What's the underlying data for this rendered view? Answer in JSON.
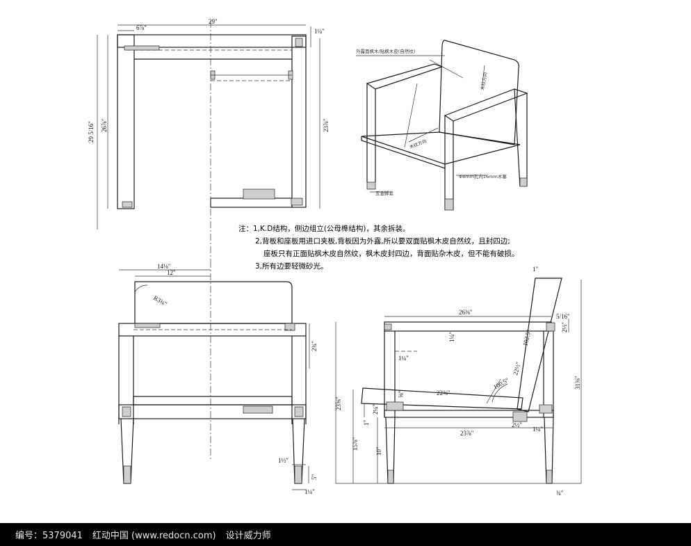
{
  "dimensions": {
    "top_front_width": "29\"",
    "top_front_post": "6⅞\"",
    "top_front_arm": "1¼\"",
    "top_front_height_outer": "29 5/16\"",
    "top_front_height_inner": "26⅞\"",
    "top_front_right_height": "23⅞\"",
    "plan_width": "14⅛\"",
    "plan_inner_width": "12\"",
    "plan_radius": "R3¾\"",
    "plan_rail": "2¾\"",
    "plan_leg_gap": "1½\"",
    "plan_leg_height": "5\"",
    "plan_leg_bottom": "1¼\"",
    "side_arm_length": "26⅜\"",
    "side_arm_thick": "1¼\"",
    "side_rail_depth": "1¼\"",
    "side_arm_right": "2½\"",
    "side_arm_right_top": "5/16\"",
    "side_back_length": "22½\"",
    "side_seat_length": "22⅜\"",
    "side_seat_angle": "100.5°",
    "side_seat_small": "⅝\"",
    "side_total_height": "23⅝\"",
    "side_overall_height": "31⅜\"",
    "side_front_height": "15⅞\"",
    "side_seat_rail": "2¼\"",
    "side_seat_front": "1\"",
    "side_leg_height": "10\"",
    "side_base_depth": "23⅞\"",
    "side_base_small_a": "2½\"",
    "side_base_small_b": "1¼\"",
    "side_leg_foot": "¾\"",
    "side_back_top": "1\"",
    "side_back_angle": "102.5°"
  },
  "notes": [
    "注：1,K.D结构，侧边组立(公母榫结构)，其余拆装。",
    "2,背板和座板用进口夹板,背板因为外露,所以要双面贴枫木皮自然纹，且封四边;",
    "座板只有正面贴枫木皮自然纹，枫木皮封四边，背面贴杂木皮，但不能有破损。",
    "3,所有边要轻微砂光。"
  ],
  "callouts": {
    "top": "外露面枫木/贴枫木皮(自然纹)",
    "back": "木纹方向",
    "seat": "木纹方向",
    "rail": "Φ8mm孔内16mm木塞",
    "foot": "五金脚套"
  },
  "footer": {
    "id_label": "编号：5379041",
    "site": "红动中国 (www.redocn.com)",
    "author": "设计威力师"
  }
}
